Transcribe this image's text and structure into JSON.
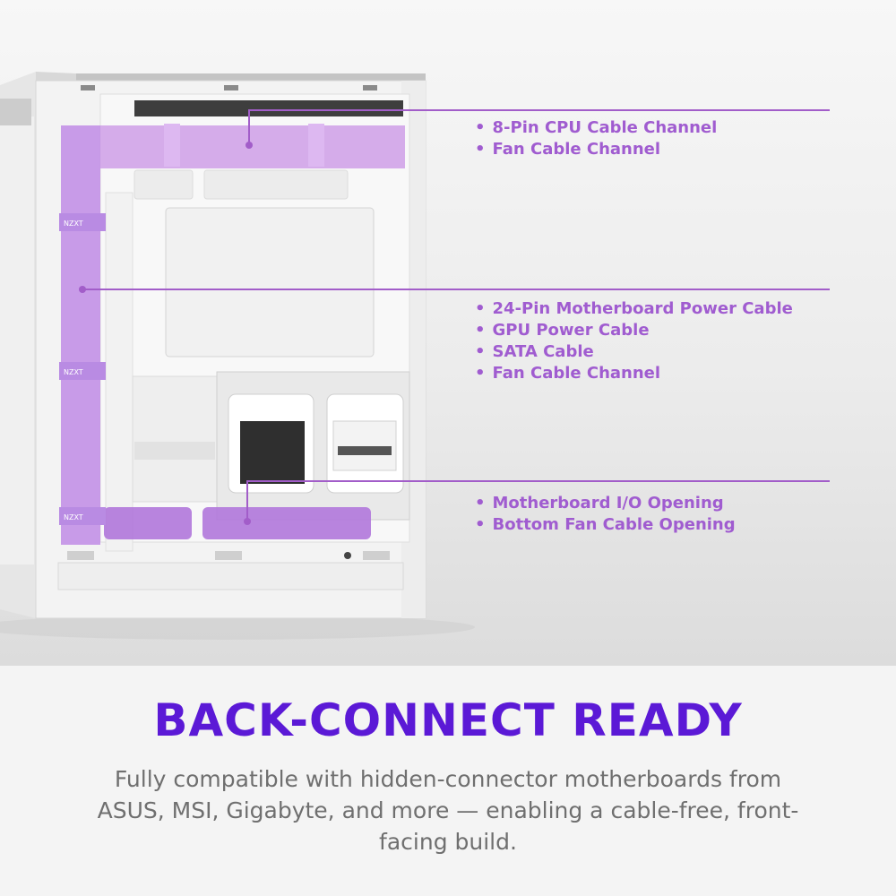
{
  "brand_tag": "NZXT",
  "callouts": {
    "top": [
      "8-Pin CPU Cable Channel",
      "Fan Cable Channel"
    ],
    "middle": [
      "24-Pin Motherboard Power Cable",
      "GPU Power Cable",
      "SATA Cable",
      "Fan Cable Channel"
    ],
    "bottom": [
      "Motherboard I/O Opening",
      "Bottom Fan Cable Opening"
    ]
  },
  "headline": "BACK-CONNECT READY",
  "subtext": "Fully compatible with hidden-connector motherboards from ASUS, MSI, Gigabyte, and more — enabling a cable-free, front-facing build.",
  "colors": {
    "accent_purple": "#a25dc9",
    "channel_purple": "#c28ee6",
    "headline_purple": "#5b19d6",
    "subtext_gray": "#6f6f6f"
  }
}
